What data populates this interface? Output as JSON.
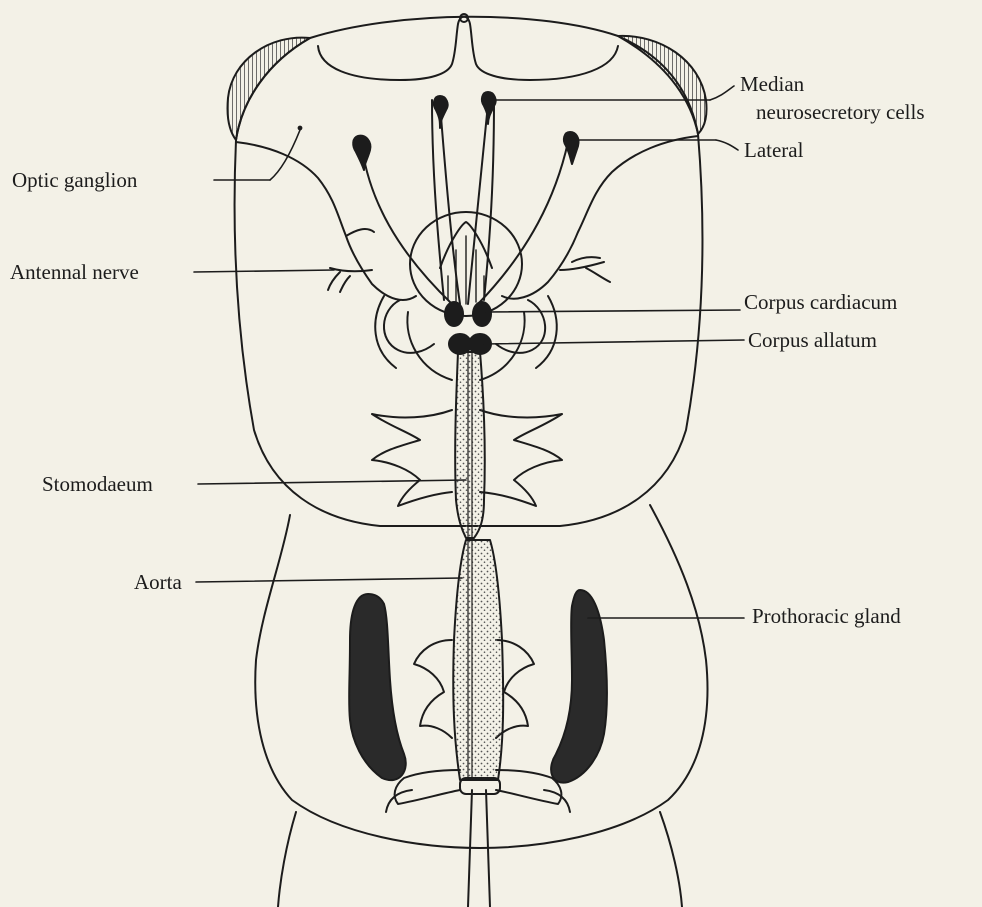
{
  "labels": {
    "median": "Median",
    "neurosecretory_cells": "neurosecretory cells",
    "lateral": "Lateral",
    "optic_ganglion": "Optic ganglion",
    "antennal_nerve": "Antennal nerve",
    "corpus_cardiacum": "Corpus cardiacum",
    "corpus_allatum": "Corpus allatum",
    "stomodaeum": "Stomodaeum",
    "aorta": "Aorta",
    "prothoracic_gland": "Prothoracic gland"
  },
  "colors": {
    "paper": "#f3f1e7",
    "ink": "#1c1c1c",
    "gland_fill": "#2a2a2a",
    "stipple": "#bdb8a8"
  }
}
